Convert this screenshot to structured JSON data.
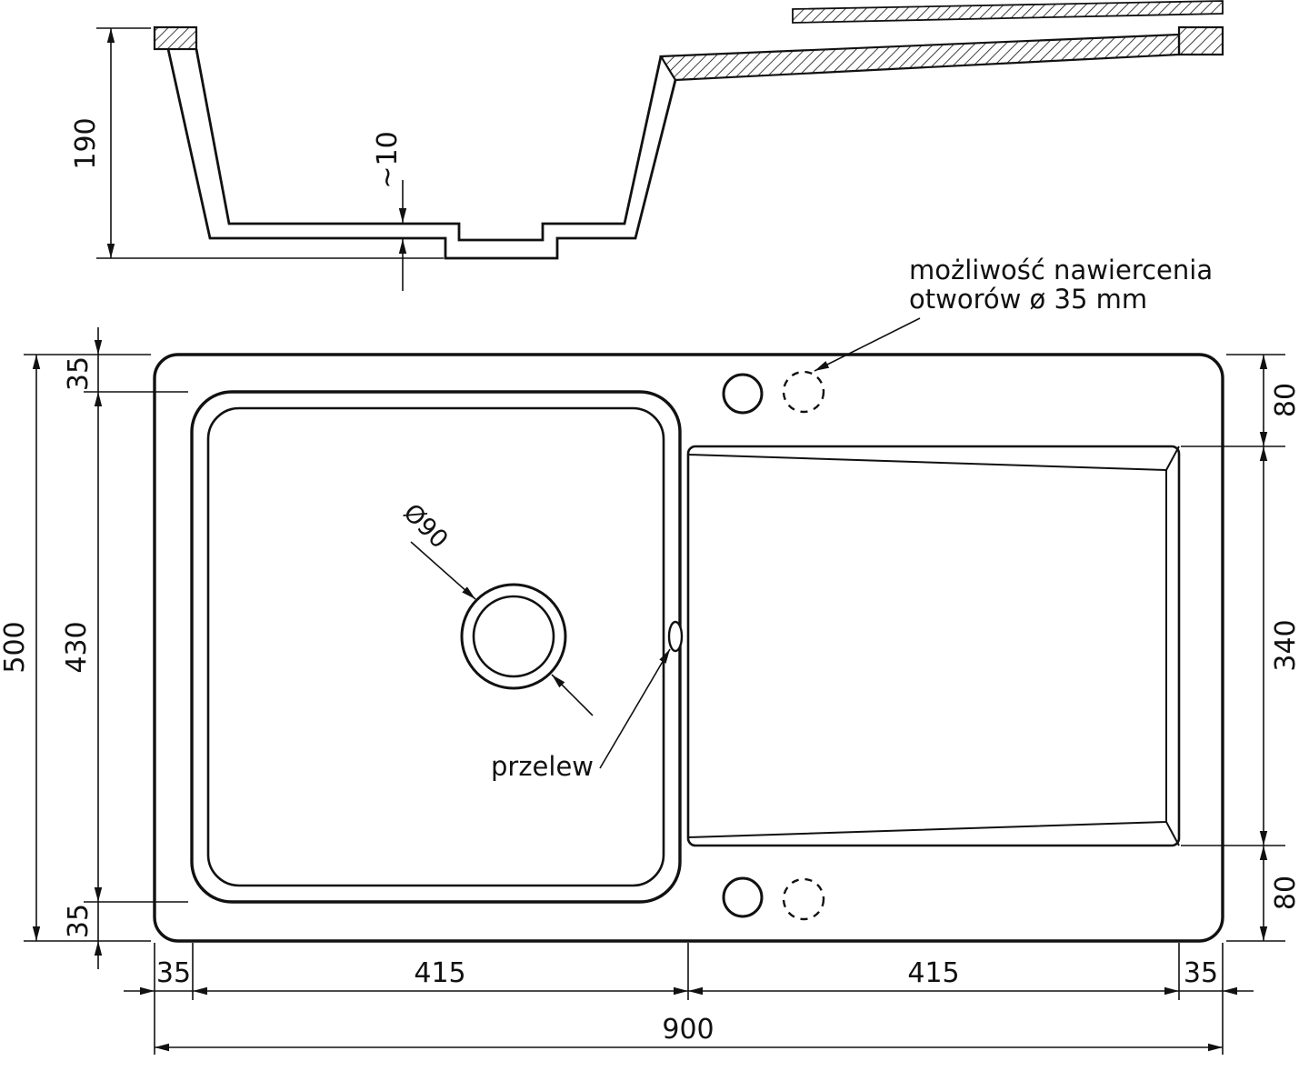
{
  "colors": {
    "line": "#111111",
    "background": "#ffffff"
  },
  "section_view": {
    "depth_label": "190",
    "bottom_thickness_label": "~10"
  },
  "plan_view": {
    "note": {
      "line1": "możliwość nawiercenia",
      "line2": "otworów ø 35 mm"
    },
    "overflow_label": "przelew",
    "drain_diameter_label": "Ø90",
    "vertical_dims": {
      "total": "500",
      "top_margin": "35",
      "bowl": "430",
      "bottom_margin": "35",
      "hole_top": "80",
      "drainboard": "340",
      "hole_bottom": "80"
    },
    "horizontal_dims": {
      "left_margin": "35",
      "bowl": "415",
      "drainboard": "415",
      "right_margin": "35",
      "total": "900"
    }
  }
}
